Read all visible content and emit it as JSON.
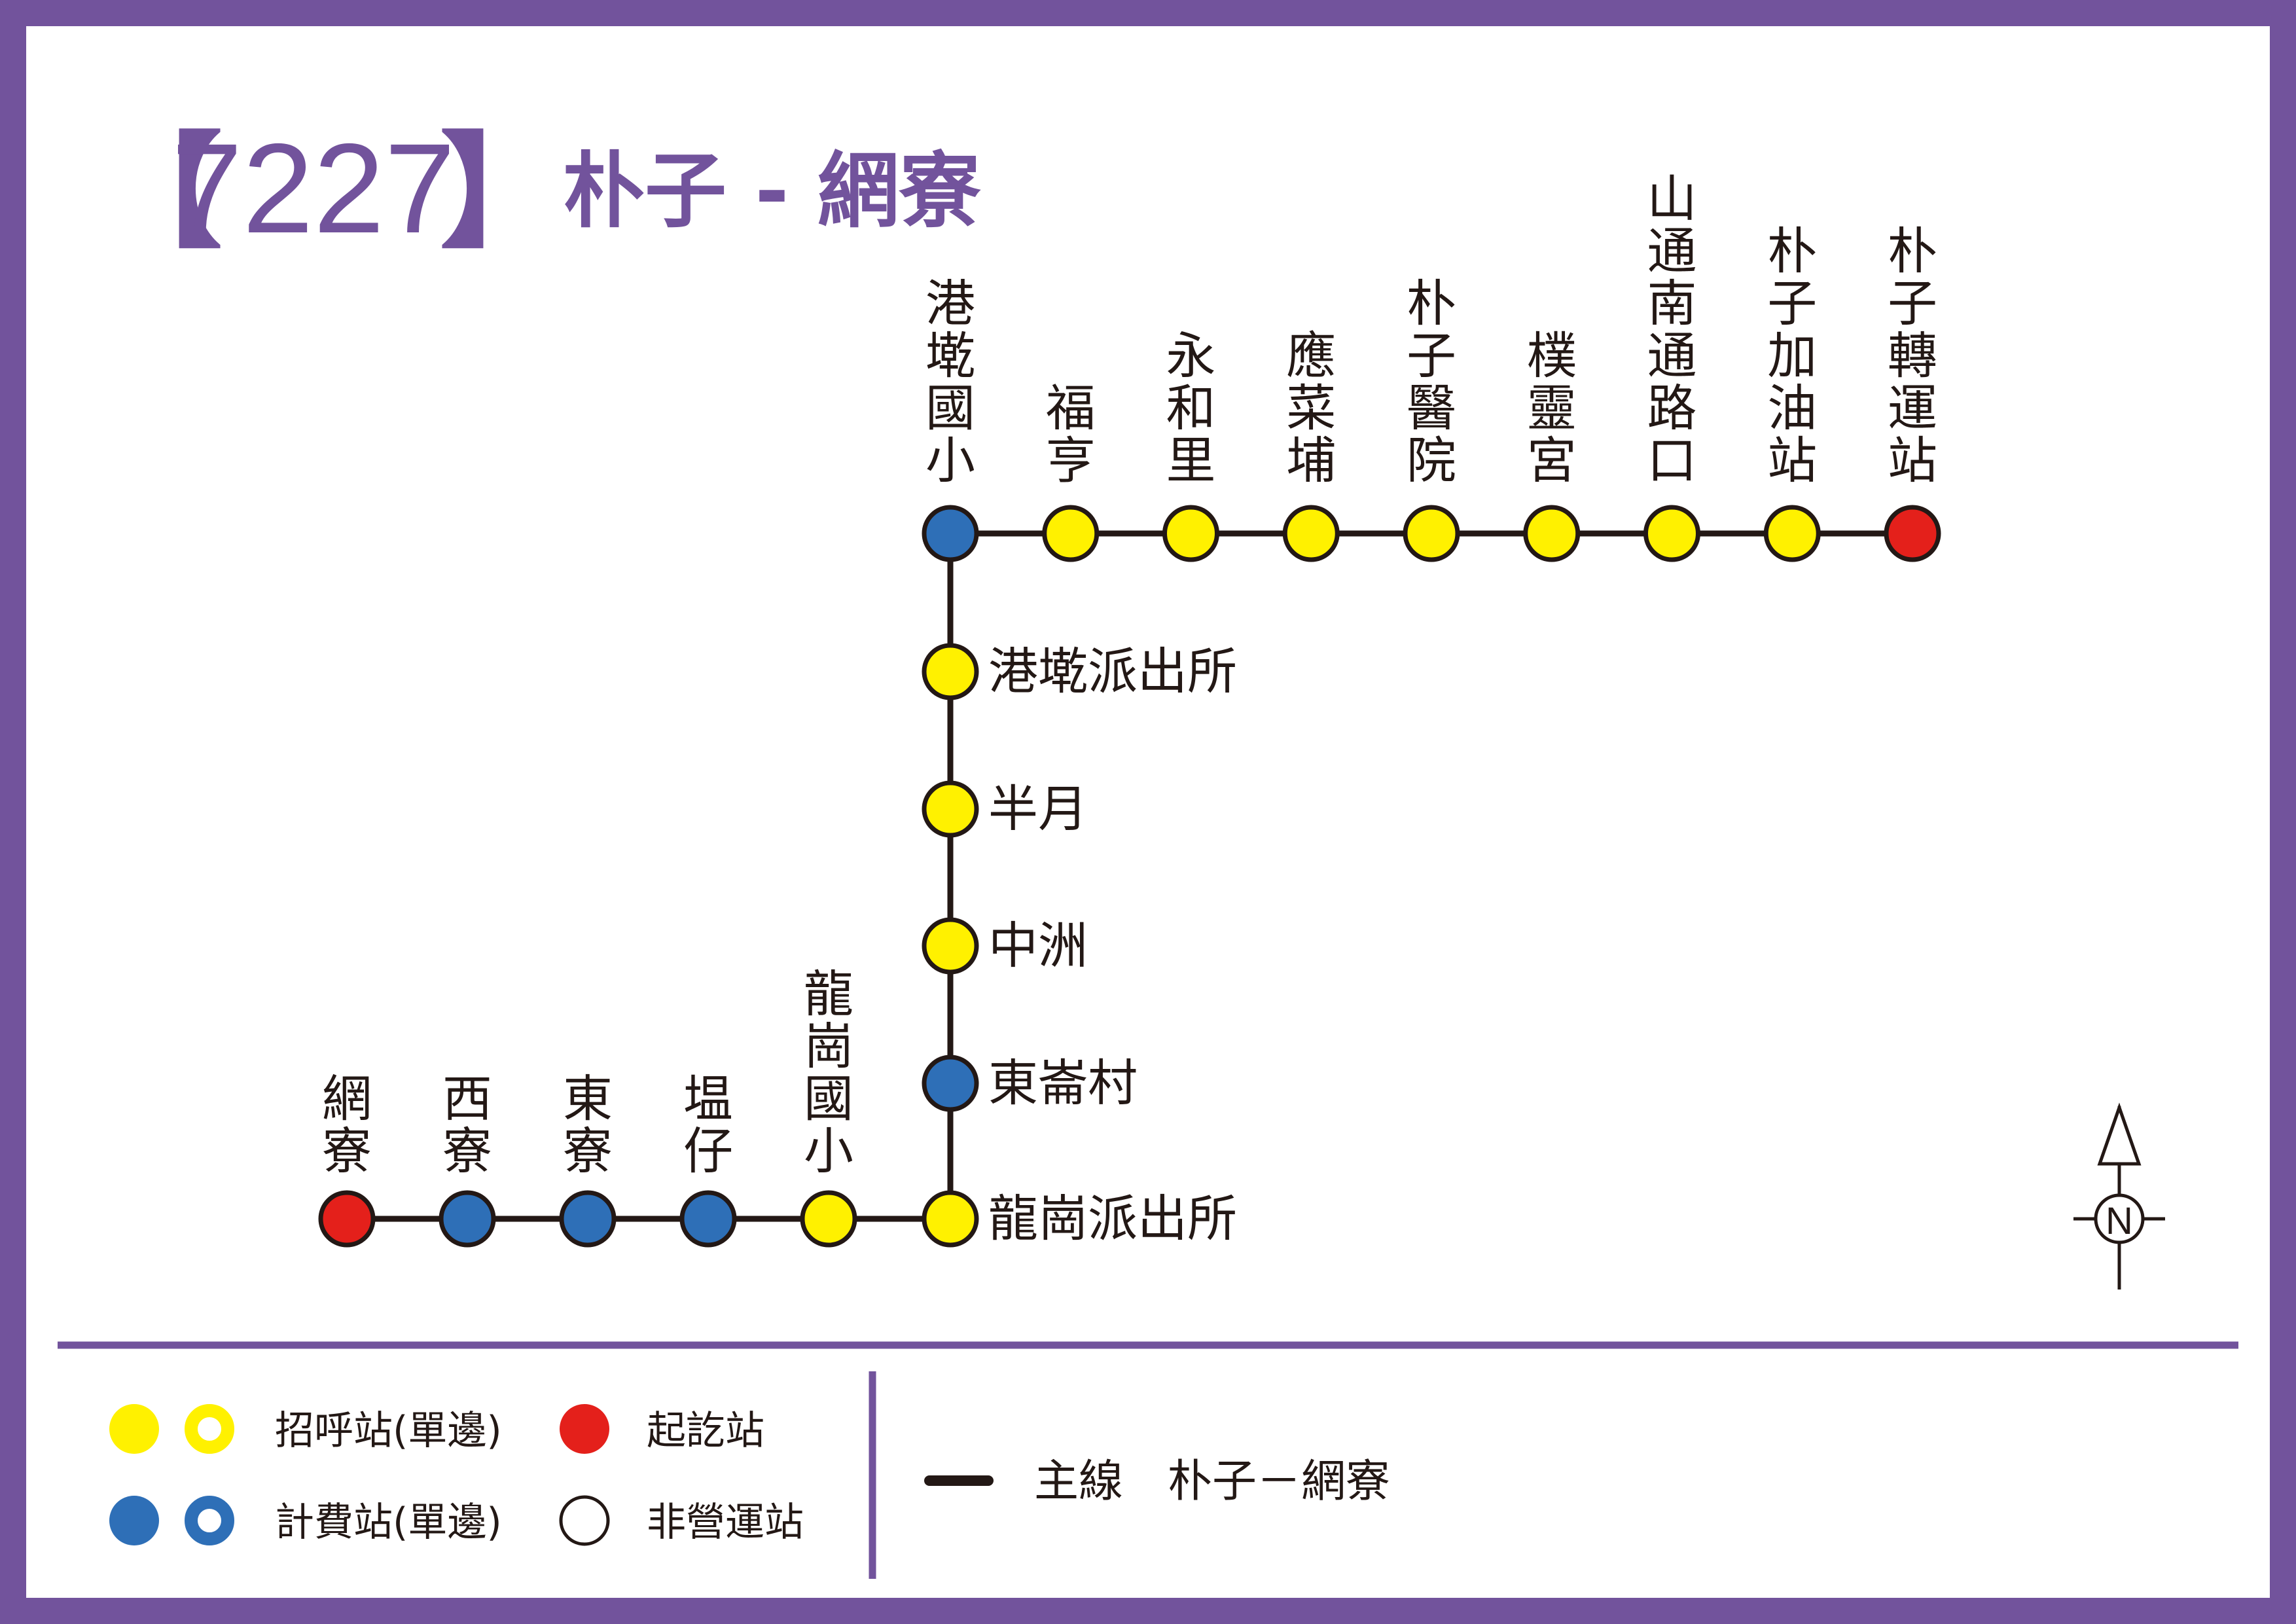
{
  "route": {
    "number": "7227",
    "bracket_open": "【",
    "bracket_close": "】",
    "name": "朴子 - 網寮"
  },
  "colors": {
    "frame": "#72539c",
    "line": "#231815",
    "call_stop": "#fff100",
    "fare_stop": "#2e6fb7",
    "terminal": "#e4201b",
    "non_operating": "#ffffff"
  },
  "stations": {
    "top_row": [
      {
        "name": "港墘國小",
        "type": "fare"
      },
      {
        "name": "福亨",
        "type": "call"
      },
      {
        "name": "永和里",
        "type": "call"
      },
      {
        "name": "應菜埔",
        "type": "call"
      },
      {
        "name": "朴子醫院",
        "type": "call"
      },
      {
        "name": "樸靈宮",
        "type": "call"
      },
      {
        "name": "山通南通路口",
        "type": "call"
      },
      {
        "name": "朴子加油站",
        "type": "call"
      },
      {
        "name": "朴子轉運站",
        "type": "terminal"
      }
    ],
    "vertical": [
      {
        "name": "港墘派出所",
        "type": "call"
      },
      {
        "name": "半月",
        "type": "call"
      },
      {
        "name": "中洲",
        "type": "call"
      },
      {
        "name": "東崙村",
        "type": "fare"
      },
      {
        "name": "龍崗派出所",
        "type": "call"
      }
    ],
    "bottom_row": [
      {
        "name": "網寮",
        "type": "terminal"
      },
      {
        "name": "西寮",
        "type": "fare"
      },
      {
        "name": "東寮",
        "type": "fare"
      },
      {
        "name": "塭仔",
        "type": "fare"
      },
      {
        "name": "龍崗國小",
        "type": "call"
      }
    ]
  },
  "compass": {
    "letter": "N"
  },
  "legend": {
    "call_stop": "招呼站(單邊)",
    "terminal": "起訖站",
    "fare_stop": "計費站(單邊)",
    "non_operating": "非營運站",
    "main_line": "主線　朴子－網寮"
  }
}
